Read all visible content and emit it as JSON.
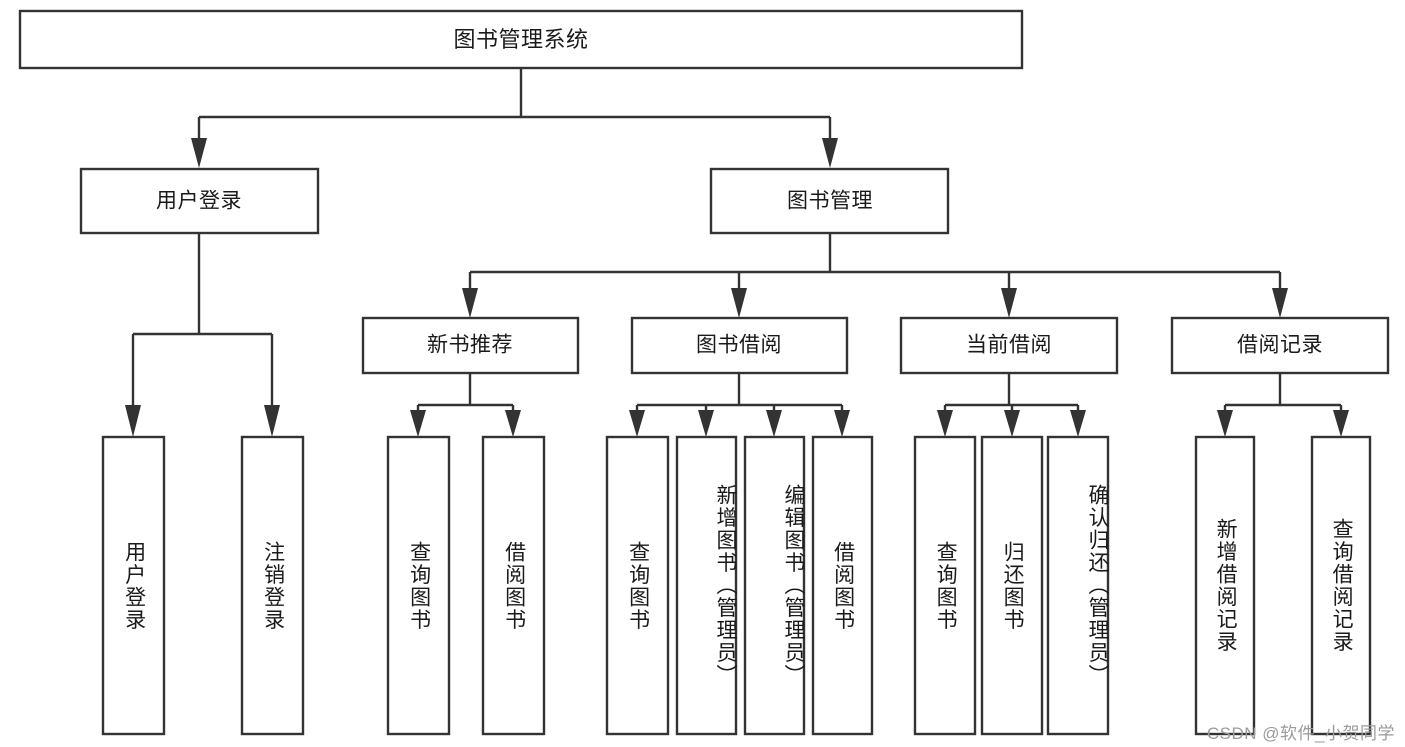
{
  "diagram": {
    "title": "图书管理系统",
    "type": "hierarchy-tree",
    "watermark": "CSDN @软件_小贺同学",
    "colors": {
      "stroke": "#333333",
      "fill": "#ffffff",
      "text": "#1a1a1a",
      "watermark": "#9b9b9b"
    },
    "levels": {
      "root": {
        "label": "图书管理系统"
      },
      "level1": [
        {
          "label": "用户登录"
        },
        {
          "label": "图书管理"
        }
      ],
      "level2": [
        {
          "label": "新书推荐"
        },
        {
          "label": "图书借阅"
        },
        {
          "label": "当前借阅"
        },
        {
          "label": "借阅记录"
        }
      ],
      "leaves": [
        {
          "label": "用户登录",
          "parent": "用户登录"
        },
        {
          "label": "注销登录",
          "parent": "用户登录"
        },
        {
          "label": "查询图书",
          "parent": "新书推荐"
        },
        {
          "label": "借阅图书",
          "parent": "新书推荐"
        },
        {
          "label": "查询图书",
          "parent": "图书借阅"
        },
        {
          "label": "新增图书（管理员）",
          "parent": "图书借阅"
        },
        {
          "label": "编辑图书（管理员）",
          "parent": "图书借阅"
        },
        {
          "label": "借阅图书",
          "parent": "图书借阅"
        },
        {
          "label": "查询图书",
          "parent": "当前借阅"
        },
        {
          "label": "归还图书",
          "parent": "当前借阅"
        },
        {
          "label": "确认归还（管理员）",
          "parent": "当前借阅"
        },
        {
          "label": "新增借阅记录",
          "parent": "借阅记录"
        },
        {
          "label": "查询借阅记录",
          "parent": "借阅记录"
        }
      ]
    }
  }
}
